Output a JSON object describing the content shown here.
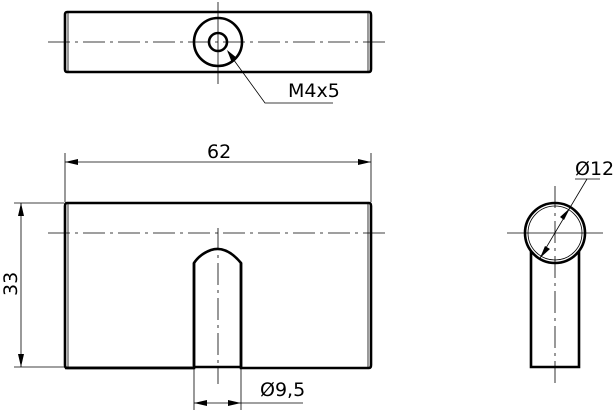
{
  "drawing": {
    "top_view": {
      "thread_label": "M4x5"
    },
    "front_view": {
      "length_label": "62",
      "height_label": "33",
      "stem_diameter_label": "Ø9,5"
    },
    "side_view": {
      "diameter_label": "Ø12"
    }
  },
  "colors": {
    "line": "#000000",
    "background": "#ffffff"
  }
}
